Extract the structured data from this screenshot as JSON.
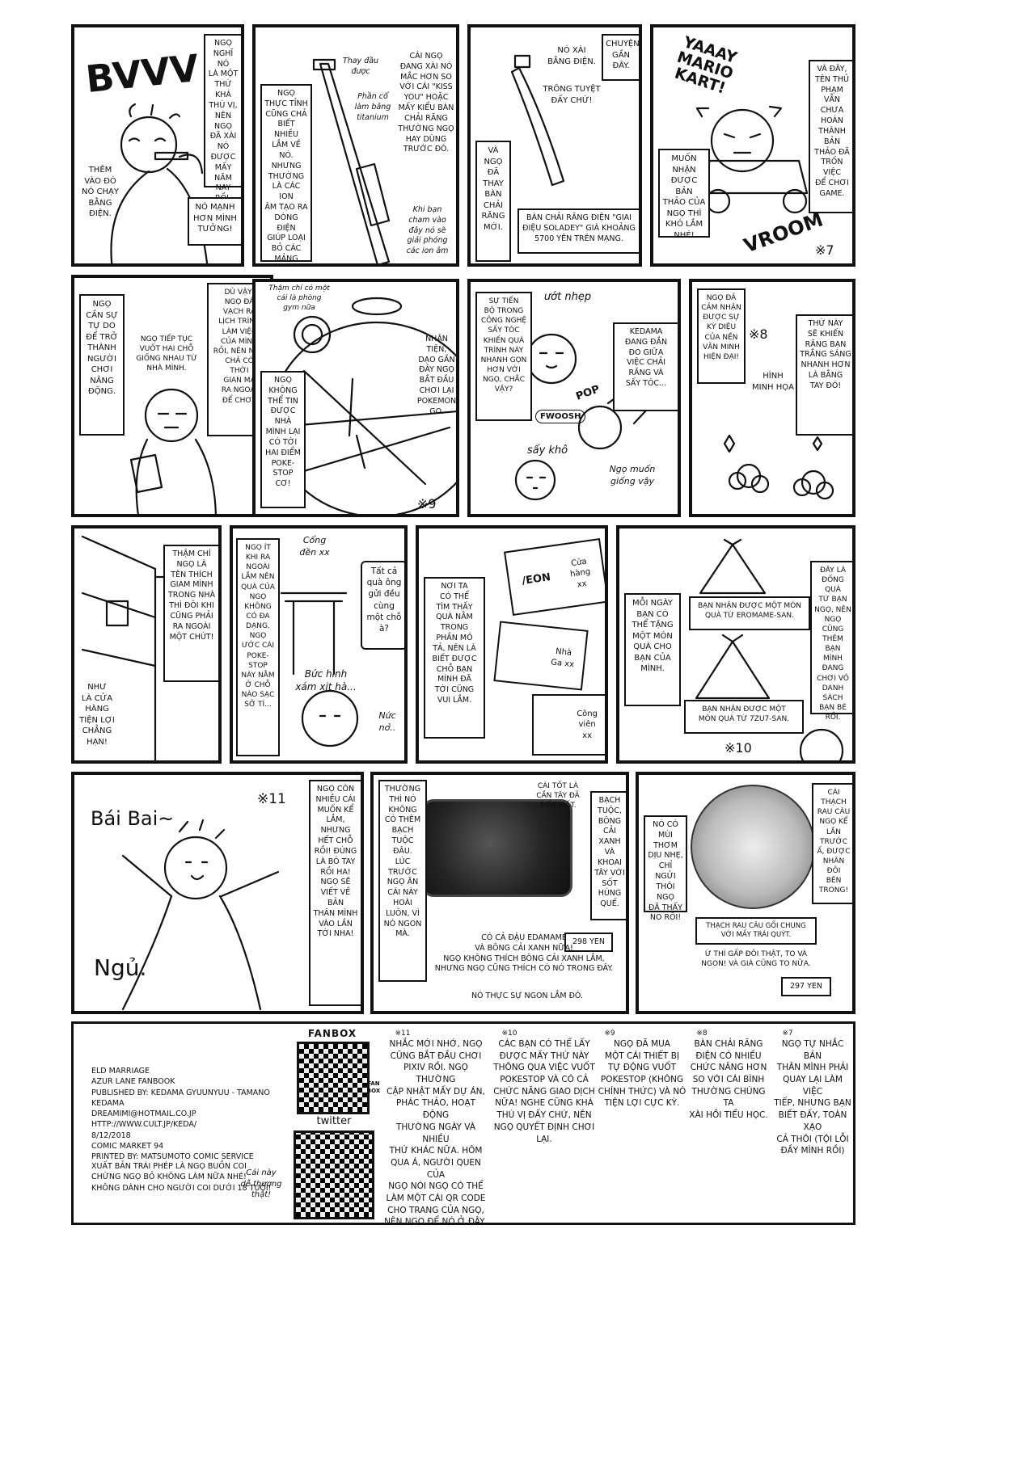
{
  "row1": {
    "p1": {
      "sfx": "BVVV",
      "t1": "NGỌ\nNGHĨ NÓ\nLÀ MỘT\nTHỨ KHÁ\nTHÚ VỊ,\nNÊN NGỌ\nĐÃ XÀI\nNÓ ĐƯỢC\nMẤY NĂM\nNAY RỒI.",
      "t2": "THÊM\nVÀO ĐÓ\nNÓ CHẠY\nBẰNG\nĐIỆN.",
      "t3": "NÓ MẠNH\nHƠN MÌNH\nTƯỞNG!"
    },
    "p2": {
      "t1": "NGỌ\nTHỰC TỈNH\nCŨNG CHẢ\nBIẾT NHIỀU\nLẮM VỀ NÓ.\nNHƯNG\nTHƯỜNG\nLÀ CÁC ION\nÂM TẠO RA\nDÒNG ĐIỆN\nGIÚP LOẠI\nBỎ CÁC\nMẢNG BÁM.",
      "label1": "Thay đầu\nđược",
      "label2": "Phần cổ\nlàm bằng\ntitanium",
      "t2": "CÁI NGỌ\nĐANG XÀI NÓ\nMẮC HƠN SO\nVỚI CÁI \"KISS\nYOU\" HOẶC\nMẤY KIỂU BÀN\nCHẢI RĂNG\nTHƯỜNG NGỌ\nHAY DÙNG\nTRƯỚC ĐÓ.",
      "label3": "Khi bạn\ncham vào\nđây nó sẽ\ngiải phóng\ncác ion âm"
    },
    "p3": {
      "t1": "NÓ XÀI\nBẰNG ĐIỆN.",
      "t2": "TRÔNG TUYỆT\nĐẤY CHỨ!",
      "t3": "CHUYỆN\nGẦN\nĐÂY.",
      "t4": "VÀ\nNGỌ\nĐÃ\nTHAY\nBÀN\nCHẢI\nRĂNG\nMỚI.",
      "t5": "BÀN CHẢI RĂNG ĐIỆN \"GIAI\nĐIỆU SOLADEY\" GIÁ KHOẢNG\n5700 YÊN TRÊN MẠNG."
    },
    "p4": {
      "sfx1": "YAAAY\nMARIO\nKART!",
      "t1": "VÀ ĐÂY,\nTÊN THỦ\nPHẠM VẪN\nCHƯA HOÀN\nTHÀNH BẢN\nTHẢO ĐÃ\nTRỐN VIỆC\nĐỂ CHƠI\nGAME.",
      "t2": "MUỐN NHẬN\nĐƯỢC BẢN\nTHẢO CỦA\nNGỌ THÌ\nKHÓ LẮM\nNHÉ!",
      "sfx2": "VROOM",
      "note": "※7"
    }
  },
  "row2": {
    "p1": {
      "t1": "NGỌ\nCẦN SỰ\nTỰ DO\nĐỂ TRỞ\nTHÀNH\nNGƯỜI\nCHƠI\nNĂNG\nĐỘNG.",
      "t2": "NGỌ TIẾP TỤC\nVUỐT HAI CHỖ\nGIỐNG NHAU TỪ\nNHÀ MÌNH.",
      "t3": "DÙ VẬY,\nNGỌ ĐÃ\nVẠCH RA\nLỊCH TRÌNH\nLÀM VIỆC\nCỦA MÌNH\nRỒI, NÊN NGỌ\nCHẢ CÓ\nTHỜI\nGIAN MÀ\nRA NGOÀI\nĐỂ CHƠI."
    },
    "p2": {
      "label1": "Thậm chí có một\ncái là phòng\ngym nữa",
      "t1": "NGỌ\nKHÔNG\nTHỂ TIN\nĐƯỢC NHÀ\nMÌNH LẠI\nCÓ TỚI\nHAI ĐIỂM\nPOKE-\nSTOP\nCƠ!",
      "t2": "NHÂN\nTIỆN,\nDẠO GẦN\nĐÂY NGỌ\nBẮT ĐẦU\nCHƠI LẠI\nPOKEMON\nGO.",
      "note": "※9"
    },
    "p3": {
      "t1": "SỰ TIẾN\nBỘ TRONG\nCÔNG NGHỆ\nSẤY TÓC\nKHIẾN QUÁ\nTRÌNH NÀY\nNHANH GỌN\nHƠN VỚI\nNGỌ, CHẮC\nVẬY?",
      "label1": "ướt nhẹp",
      "t2": "KEDAMA\nĐANG ĐẮN\nĐO GIỮA\nVIỆC CHẢI\nRĂNG VÀ\nSẤY TÓC...",
      "sfx1": "POP",
      "sfx2": "FWOOSH",
      "label2": "sấy khô",
      "label3": "Ngọ muốn\ngiống vậy"
    },
    "p4": {
      "t1": "NGỌ ĐÃ\nCẢM NHẬN\nĐƯỢC SỰ\nKỲ DIỆU\nCỦA NỀN\nVĂN MINH\nHIỆN ĐẠI!",
      "note": "※8",
      "t2": "HÌNH\nMINH HỌA",
      "t3": "THỨ NÀY\nSẼ KHIẾN\nRĂNG BẠN\nTRẮNG SÁNG\nNHANH HƠN\nLÀ BẰNG\nTAY ĐÓ!"
    }
  },
  "row3": {
    "p1": {
      "t1": "THẬM CHÍ\nNGỌ LÀ\nTÊN THÍCH\nGIAM MÌNH\nTRONG NHÀ\nTHÌ ĐÔI KHI\nCŨNG PHẢI\nRA NGOÀI\nMỘT CHÚT!",
      "t2": "NHƯ\nLÀ CỬA\nHÀNG\nTIỆN LỢI\nCHẲNG\nHẠN!"
    },
    "p2": {
      "t1": "NGỌ ÍT\nKHI RA\nNGOÀI\nLẮM NÊN\nQUÀ CỦA\nNGỌ\nKHÔNG\nCÓ ĐA\nDẠNG.\nNGỌ\nƯỚC CÁI\nPOKE-\nSTOP\nNÀY NẰM\nỞ CHỖ\nNÀO SẠC\nSỠ TÍ...",
      "label1": "Cổng\nđền xx",
      "t2": "Tất cả\nquà ông\ngửi đều\ncùng\nmột chỗ\nà?",
      "label2": "Bức hình\nxám xịt hà...",
      "label3": "Nức\nnở.."
    },
    "p3": {
      "t1": "NƠI TA\nCÓ THỂ\nTÌM THẤY\nQUÀ NẰM\nTRONG\nPHẦN MÔ\nTẢ, NÊN LÀ\nBIẾT ĐƯỢC\nCHỖ BẠN\nMÌNH ĐÃ\nTỚI CŨNG\nVUI LẮM.",
      "card1a": "/EON",
      "card1b": "Cửa\nhàng\nxx",
      "card2": "Nhà\nGa xx",
      "card3": "Công\nviên\nxx"
    },
    "p4": {
      "t1": "MỖI NGÀY\nBẠN CÓ\nTHỂ TẶNG\nMỘT MÓN\nQUÀ CHO\nBẠN CỦA\nMÌNH.",
      "t2": "BẠN NHẬN ĐƯỢC MỘT MÓN\nQUÀ TỪ EROMAME-SAN.",
      "t3": "ĐÂY LÀ\nĐỐNG QUÀ\nTỪ BẠN\nNGỌ, NÊN NGỌ\nCŨNG\nTHÊM BẠN\nMÌNH ĐANG\nCHƠI VÔ\nDANH SÁCH\nBẠN BÈ\nRỒI.",
      "t4": "BẠN NHẬN ĐƯỢC MỘT\nMÓN QUÀ TỪ 7ZU7-SAN.",
      "note": "※10"
    }
  },
  "row4": {
    "p1": {
      "label1": "Bái Bai~",
      "note": "※11",
      "t1": "NGỌ CÒN\nNHIỀU CÁI\nMUỐN KỂ\nLẮM, NHƯNG\nHẾT CHỖ\nRỒI! ĐÚNG\nLÀ BÓ TAY\nRỒI HA!\nNGỌ SẼ\nVIẾT VỀ BẢN\nTHÂN MÌNH\nVÀO LẦN\nTỚI NHA!",
      "label2": "Ngủ."
    },
    "p2": {
      "t1": "THƯỜNG\nTHÌ NÓ\nKHÔNG\nCÓ THÊM\nBẠCH\nTUỘC ĐÂU.\nLÚC TRƯỚC\nNGỌ ĂN\nCÁI NÀY\nHOÀI\nLUÔN, VÌ\nNÓ NGON\nMÀ.",
      "label1": "CÁI TỐT LÀ\nCẦN TÂY ĐÃ\nBIẾN MẤT.",
      "t2": "BẠCH\nTUỘC,\nBÔNG\nCẢI XANH\nVÀ KHOAI\nTÂY VỚI\nSỐT HÚNG\nQUẾ.",
      "price": "298 YEN",
      "t3": "CÓ CẢ ĐẬU EDAMAME\nVÀ BÔNG CẢI XANH NỮA!\nNGỌ KHÔNG THÍCH BÔNG CẢI XANH LẮM,\nNHƯNG NGỌ CŨNG THÍCH CÓ NÓ TRONG ĐÂY.",
      "t4": "NÓ THỰC SỰ NGON LẮM ĐÓ."
    },
    "p3": {
      "t1": "NÓ CÓ\nMÙI THƠM\nDỊU NHẸ,\nCHỈ NGỬI\nTHÔI NGỌ\nĐÃ THẤY\nNO RỒI!",
      "t2": "CÁI THẠCH\nRAU CÂU\nNGỌ KỂ\nLẦN TRƯỚC\nẤ, ĐƯỢC\nNHÂN ĐÔI\nBÊN\nTRONG!",
      "t3": "THẠCH RAU CÂU GỐI CHUNG\nVỚI MẤY TRÁI QUÝT.",
      "t4": "Ừ THÌ GẤP ĐÔI THẬT, TO VÀ\nNGON! VÀ GIÁ CŨNG TO NỮA.",
      "price": "297 YEN"
    }
  },
  "footer": {
    "credits": "ELD MARRIAGE\nAZUR LANE FANBOOK\nPUBLISHED BY: KEDAMA GYUUNYUU - TAMANO KEDAMA\nDREAMIMI@HOTMAIL.CO.JP\nHTTP://WWW.CULT.JP/KEDA/\n8/12/2018\nCOMIC MARKET 94\nPRINTED BY: MATSUMOTO COMIC SERVICE",
    "warning": "XUẤT BẢN TRÁI PHÉP LÀ NGỌ BUỒN COI\nCHỪNG NGỌ BỎ KHÔNG LÀM NỮA NHÉ!\nKHÔNG DÀNH CHO NGƯỜI COI DƯỚI 18 TUỔI!",
    "fanbox_label": "FANBOX",
    "qr_fanbox_tag": "FAN\nBOX",
    "twitter_label": "twitter",
    "cute_note": "Cái này\ndễ thương\nthật!",
    "n11_mark": "※11",
    "n11": "NHẮC MỚI NHỚ, NGỌ\nCŨNG BẮT ĐẦU CHƠI\nPIXIV RỒI. NGỌ THƯỜNG\nCẬP NHẬT MẤY DỰ ÁN,\nPHÁC THẢO, HOẠT ĐỘNG\nTHƯỜNG NGÀY VÀ NHIỀU\nTHỨ KHÁC NỮA. HÔM\nQUA Á, NGƯỜI QUEN CỦA\nNGỌ NÓI NGỌ CÓ THỂ\nLÀM MỘT CÁI QR CODE\nCHO TRANG CỦA NGỌ,\nNÊN NGỌ ĐỂ NÓ Ở ĐÂY,\nCÁC BẠN NHỚ ỦNG HỘ\nNGỌ NHA!",
    "n10_mark": "※10",
    "n10": "CÁC BẠN CÓ THỂ LẤY\nĐƯỢC MẤY THỨ NÀY\nTHÔNG QUA VIỆC VUỐT\nPOKESTOP VÀ CÓ CẢ\nCHỨC NĂNG GIAO DỊCH\nNỮA! NGHE CŨNG KHÁ\nTHÚ VỊ ĐẤY CHỨ, NÊN\nNGỌ QUYẾT ĐỊNH CHƠI\nLẠI.",
    "n9_mark": "※9",
    "n9": "NGỌ ĐÃ MUA\nMỘT CÁI THIẾT BỊ\nTỰ ĐỘNG VUỐT\nPOKESTOP (KHÔNG\nCHÍNH THỨC) VÀ NÓ\nTIỆN LỢI CỰC KỲ.",
    "n8_mark": "※8",
    "n8": "BÀN CHẢI RĂNG\nĐIỆN CÓ NHIỀU\nCHỨC NĂNG HƠN\nSO VỚI CÁI BÌNH\nTHƯỜNG CHÚNG TA\nXÀI HỒI TIỂU HỌC.",
    "n7_mark": "※7",
    "n7": "NGỌ TỰ NHẮC BẢN\nTHÂN MÌNH PHẢI\nQUAY LẠI LÀM VIỆC\nTIẾP, NHƯNG BẠN\nBIẾT ĐẤY, TOÀN XẠO\nCẢ THÔI (TỘI LỖI\nĐẦY MÌNH RỒI)"
  }
}
